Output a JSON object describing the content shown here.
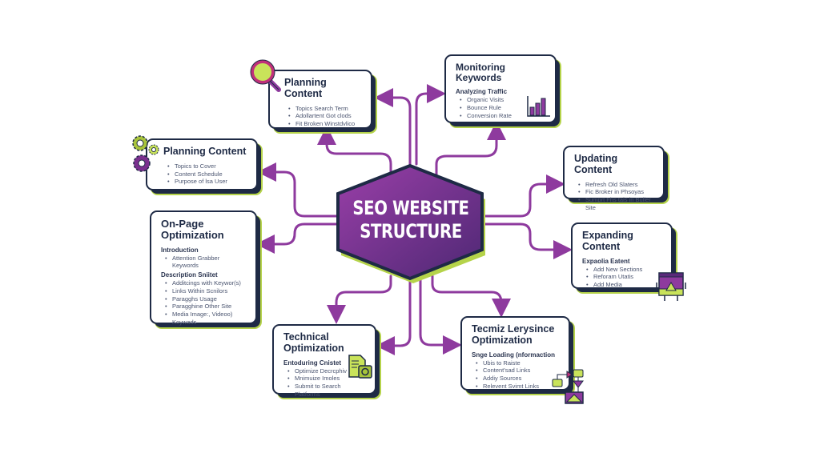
{
  "center": {
    "line1": "SEO WEBSITE",
    "line2": "STRUCTURE"
  },
  "colors": {
    "purple": "#8e3a9e",
    "navy": "#1e2a45",
    "green": "#b5d34a"
  },
  "cards": {
    "planning_top": {
      "title": "Planning Content",
      "items": [
        "Topics Search Term",
        "Adollartent Got clods",
        "Fit Broken Winstdvlico"
      ]
    },
    "planning_left": {
      "title": "Planning Content",
      "items": [
        "Topics to Cover",
        "Content Schedule",
        "Purpose of lsa User"
      ]
    },
    "monitoring": {
      "title": "Monitoring Keywords",
      "subtitle": "Analyzing Traffic",
      "items": [
        "Organic Visits",
        "Bounce Rule",
        "Conversion Rate"
      ]
    },
    "updating": {
      "title": "Updating Content",
      "items": [
        "Refresh Old Slaters",
        "Fic Broker in Phsoyas",
        "Sumprt Fhs tais in Buller Site"
      ]
    },
    "onpage": {
      "title": "On-Page Optimization",
      "sections": [
        {
          "subtitle": "Introduction",
          "items": [
            "Attention Grabber Keywords"
          ]
        },
        {
          "subtitle": "Description Sniitet",
          "items": [
            "Additcings with Keywor(s)",
            "Links Within Scnilors",
            "Paragghs Usage",
            "Paragghine Other Site",
            "Media Image:, Videoo) Koywads"
          ]
        }
      ]
    },
    "expanding": {
      "title": "Expanding Content",
      "subtitle": "Expaolia Eatent",
      "items": [
        "Add New Sections",
        "Reforam Utatis",
        "Add Media"
      ]
    },
    "technical": {
      "title": "Technical Optimization",
      "subtitle": "Entoduring Cnistet",
      "items": [
        "Optimize Decrcphiv",
        "Mnimuize Imoles",
        "Submit to Search Platforms"
      ]
    },
    "tecmiz": {
      "title": "Tecmiz Lerysince Optimization",
      "subtitle": "Snge Loading (nformaction",
      "items": [
        "Ubis to Raiste",
        "Content'sad Links",
        "Addiy Sources",
        "Relevent Svimt Links"
      ]
    }
  }
}
